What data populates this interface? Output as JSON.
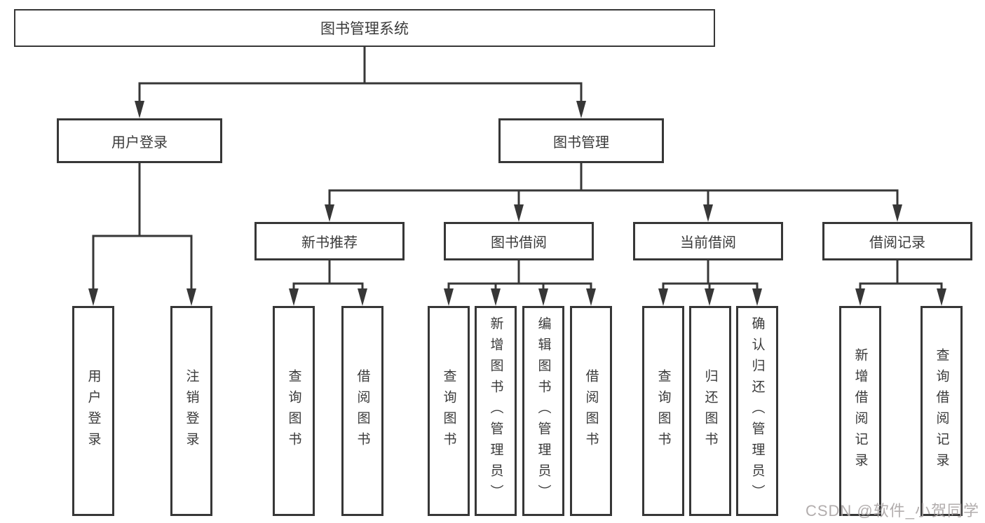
{
  "diagram_title": "图书管理系统",
  "tree": {
    "root": {
      "label": "图书管理系统",
      "children": [
        {
          "label": "用户登录",
          "children": [
            {
              "label": "用户登录"
            },
            {
              "label": "注销登录"
            }
          ]
        },
        {
          "label": "图书管理",
          "children": [
            {
              "label": "新书推荐",
              "children": [
                {
                  "label": "查询图书"
                },
                {
                  "label": "借阅图书"
                }
              ]
            },
            {
              "label": "图书借阅",
              "children": [
                {
                  "label": "查询图书"
                },
                {
                  "label": "新增图书（管理员）"
                },
                {
                  "label": "编辑图书（管理员）"
                },
                {
                  "label": "借阅图书"
                }
              ]
            },
            {
              "label": "当前借阅",
              "children": [
                {
                  "label": "查询图书"
                },
                {
                  "label": "归还图书"
                },
                {
                  "label": "确认归还（管理员）"
                }
              ]
            },
            {
              "label": "借阅记录",
              "children": [
                {
                  "label": "新增借阅记录"
                },
                {
                  "label": "查询借阅记录"
                }
              ]
            }
          ]
        }
      ]
    }
  },
  "colors": {
    "line": "#373737",
    "text": "#3a3a3a",
    "background": "#ffffff",
    "watermark": "#aba6a6"
  },
  "watermark": {
    "text": "CSDN @软件_小贺同学"
  }
}
